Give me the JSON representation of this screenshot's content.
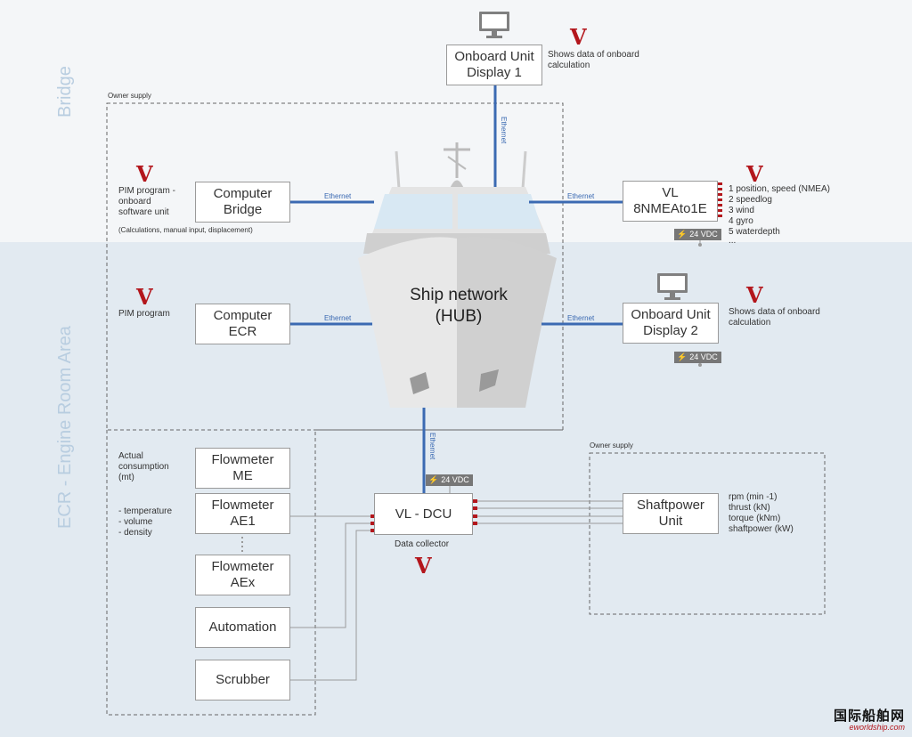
{
  "zones": {
    "bridge": "Bridge",
    "ecr": "ECR - Engine Room Area"
  },
  "owner_supply": {
    "left": "Owner supply",
    "right": "Owner supply"
  },
  "hub": {
    "line1": "Ship network",
    "line2": "(HUB)"
  },
  "ethernet_label": "Ethernet",
  "power_label": "24 VDC",
  "logo_glyph": "V",
  "boxes": {
    "onboard_display_1": {
      "line1": "Onboard Unit",
      "line2": "Display 1"
    },
    "computer_bridge": {
      "line1": "Computer",
      "line2": "Bridge"
    },
    "vl_nmea": {
      "line1": "VL",
      "line2": "8NMEAto1E"
    },
    "computer_ecr": {
      "line1": "Computer",
      "line2": "ECR"
    },
    "onboard_display_2": {
      "line1": "Onboard Unit",
      "line2": "Display 2"
    },
    "flowmeter_me": {
      "line1": "Flowmeter",
      "line2": "ME"
    },
    "flowmeter_ae1": {
      "line1": "Flowmeter",
      "line2": "AE1"
    },
    "flowmeter_aex": {
      "line1": "Flowmeter",
      "line2": "AEx"
    },
    "automation": {
      "line1": "Automation"
    },
    "scrubber": {
      "line1": "Scrubber"
    },
    "vl_dcu": {
      "line1": "VL - DCU"
    },
    "shaftpower_unit": {
      "line1": "Shaftpower",
      "line2": "Unit"
    }
  },
  "notes": {
    "display1_desc": [
      "Shows data of onboard",
      "calculation"
    ],
    "display2_desc": [
      "Shows data of onboard",
      "calculation"
    ],
    "pim_bridge": [
      "PIM program -",
      "onboard",
      "software unit"
    ],
    "pim_bridge_sub": "(Calculations, manual input, displacement)",
    "pim_ecr": "PIM program",
    "nmea_inputs": [
      "1 position, speed (NMEA)",
      "2 speedlog",
      "3  wind",
      "4 gyro",
      "5 waterdepth",
      "..."
    ],
    "consumption": [
      "Actual",
      "consumption",
      "(mt)"
    ],
    "flow_params": [
      "- temperature",
      "- volume",
      "- density"
    ],
    "data_collector": "Data collector",
    "shaft_outputs": [
      "rpm (min -1)",
      "thrust (kN)",
      "torque (kNm)",
      "shaftpower (kW)"
    ]
  },
  "watermark": {
    "cn": "国际船舶网",
    "en": "eworldship.com"
  },
  "colors": {
    "ethernet": "#3b6ab2",
    "accent": "#b3161c",
    "wire": "#9a9a9a",
    "hull": "#dcdcdc",
    "window": "#d8e8f3"
  },
  "icons": [
    "monitor-icon",
    "bolt-icon",
    "logo-v-icon"
  ]
}
